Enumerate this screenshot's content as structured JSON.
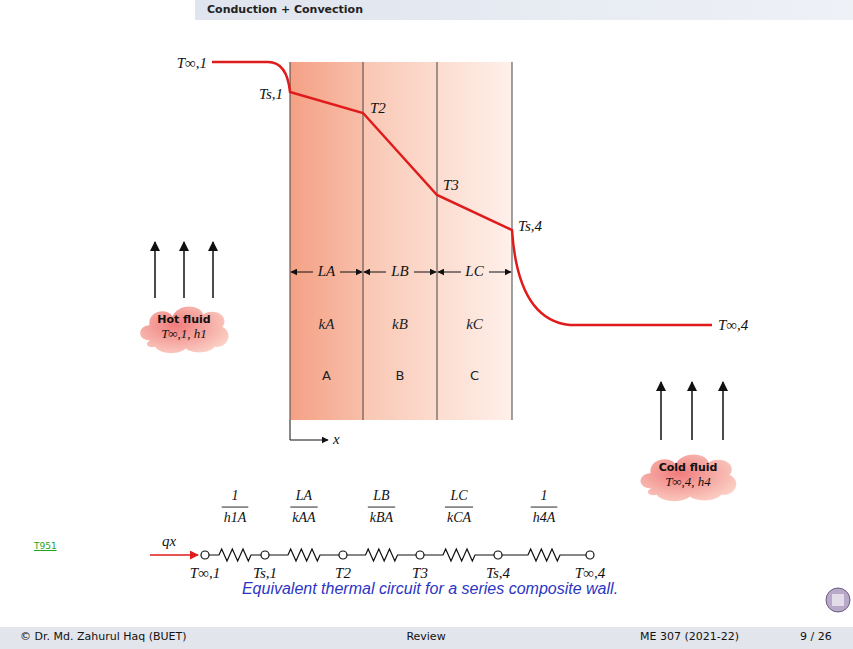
{
  "diagram": {
    "title": "Conduction + Convection",
    "caption": "Equivalent thermal circuit for a series composite wall.",
    "nodes": [
      {
        "text": [
          "Hot fluid",
          "T∞,1, h1"
        ]
      },
      {
        "text": [
          "kA",
          "A"
        ]
      },
      {
        "text": [
          "kB",
          "B"
        ]
      },
      {
        "text": [
          "kC",
          "C"
        ]
      },
      {
        "text": [
          "Cold fluid",
          "T∞,4, h4"
        ]
      }
    ],
    "labels": [
      "T∞,1",
      "Ts,1",
      "T2",
      "T3",
      "Ts,4",
      "T∞,4",
      "LA",
      "LB",
      "LC",
      "x",
      "1",
      "h1A",
      "LA",
      "kAA",
      "LB",
      "kBA",
      "LC",
      "kCA",
      "1",
      "h4A",
      "qx",
      "T∞,1",
      "Ts,1",
      "T2",
      "T3",
      "Ts,4",
      "T∞,4",
      "T951",
      "© Dr. Md. Zahurul Haq (BUET)",
      "Review",
      "ME 307 (2021-22)",
      "9 / 26"
    ]
  }
}
